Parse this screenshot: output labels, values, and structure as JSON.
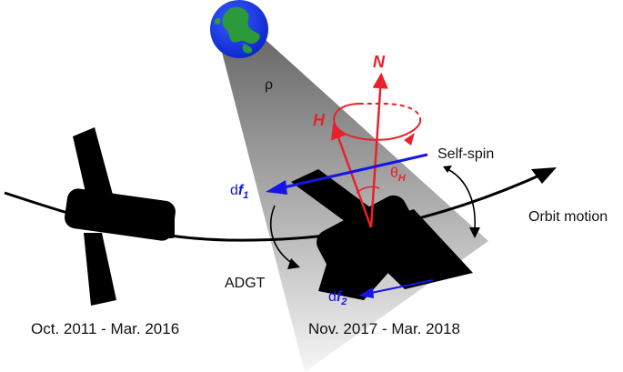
{
  "labels": {
    "rho": "ρ",
    "n_vector": "N",
    "h_vector": "H",
    "theta": "θ",
    "theta_sub": "H",
    "df1_prefix": "d",
    "df1_var": "f",
    "df1_sub": "1",
    "df2_prefix": "d",
    "df2_var": "f",
    "df2_sub": "2",
    "self_spin": "Self-spin",
    "orbit_motion": "Orbit motion",
    "adgt": "ADGT"
  },
  "captions": {
    "left": "Oct. 2011 - Mar. 2016",
    "right": "Nov. 2017 - Mar. 2018"
  },
  "colors": {
    "red": "#e8212b",
    "blue": "#1515e6",
    "black": "#000000",
    "beam_dark": "#6f6f6f",
    "beam_light": "#f3f3f3",
    "ocean": "#1c3ff0",
    "land": "#2a9a3a"
  },
  "icons": {
    "earth": "earth-globe-icon",
    "satellite_left": "satellite-icon",
    "satellite_right": "satellite-icon"
  }
}
